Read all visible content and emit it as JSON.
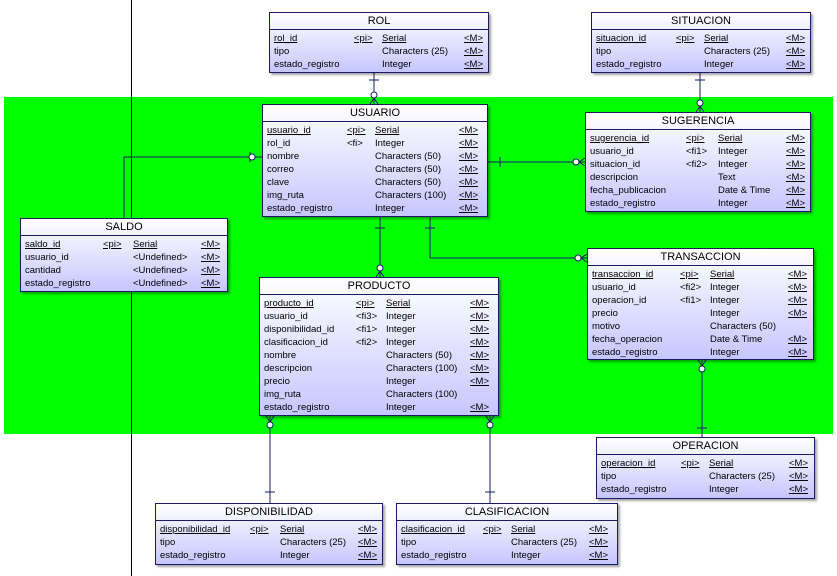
{
  "diagram": {
    "background_highlight_color": "#00ff00",
    "entity_border_color": "#1a1a66",
    "entity_fill_color": "#c6c6ff",
    "entities": {
      "rol": {
        "title": "ROL",
        "columns": [
          {
            "name": "rol_id",
            "key": "<pi>",
            "type": "Serial",
            "mandatory": "<M>"
          },
          {
            "name": "tipo",
            "key": "",
            "type": "Characters (25)",
            "mandatory": "<M>"
          },
          {
            "name": "estado_registro",
            "key": "",
            "type": "Integer",
            "mandatory": "<M>"
          }
        ]
      },
      "situacion": {
        "title": "SITUACION",
        "columns": [
          {
            "name": "situacion_id",
            "key": "<pi>",
            "type": "Serial",
            "mandatory": "<M>"
          },
          {
            "name": "tipo",
            "key": "",
            "type": "Characters (25)",
            "mandatory": "<M>"
          },
          {
            "name": "estado_registro",
            "key": "",
            "type": "Integer",
            "mandatory": "<M>"
          }
        ]
      },
      "usuario": {
        "title": "USUARIO",
        "columns": [
          {
            "name": "usuario_id",
            "key": "<pi>",
            "type": "Serial",
            "mandatory": "<M>"
          },
          {
            "name": "rol_id",
            "key": "<fi>",
            "type": "Integer",
            "mandatory": "<M>"
          },
          {
            "name": "nombre",
            "key": "",
            "type": "Characters (50)",
            "mandatory": "<M>"
          },
          {
            "name": "correo",
            "key": "",
            "type": "Characters (50)",
            "mandatory": "<M>"
          },
          {
            "name": "clave",
            "key": "",
            "type": "Characters (50)",
            "mandatory": "<M>"
          },
          {
            "name": "img_ruta",
            "key": "",
            "type": "Characters (100)",
            "mandatory": "<M>"
          },
          {
            "name": "estado_registro",
            "key": "",
            "type": "Integer",
            "mandatory": "<M>"
          }
        ]
      },
      "sugerencia": {
        "title": "SUGERENCIA",
        "columns": [
          {
            "name": "sugerencia_id",
            "key": "<pi>",
            "type": "Serial",
            "mandatory": "<M>"
          },
          {
            "name": "usuario_id",
            "key": "<fi1>",
            "type": "Integer",
            "mandatory": "<M>"
          },
          {
            "name": "situacion_id",
            "key": "<fi2>",
            "type": "Integer",
            "mandatory": "<M>"
          },
          {
            "name": "descripcion",
            "key": "",
            "type": "Text",
            "mandatory": "<M>"
          },
          {
            "name": "fecha_publicacion",
            "key": "",
            "type": "Date & Time",
            "mandatory": "<M>"
          },
          {
            "name": "estado_registro",
            "key": "",
            "type": "Integer",
            "mandatory": "<M>"
          }
        ]
      },
      "saldo": {
        "title": "SALDO",
        "columns": [
          {
            "name": "saldo_id",
            "key": "<pi>",
            "type": "Serial",
            "mandatory": "<M>"
          },
          {
            "name": "usuario_id",
            "key": "",
            "type": "<Undefined>",
            "mandatory": "<M>"
          },
          {
            "name": "cantidad",
            "key": "",
            "type": "<Undefined>",
            "mandatory": "<M>"
          },
          {
            "name": "estado_registro",
            "key": "",
            "type": "<Undefined>",
            "mandatory": "<M>"
          }
        ]
      },
      "producto": {
        "title": "PRODUCTO",
        "columns": [
          {
            "name": "producto_id",
            "key": "<pi>",
            "type": "Serial",
            "mandatory": "<M>"
          },
          {
            "name": "usuario_id",
            "key": "<fi3>",
            "type": "Integer",
            "mandatory": "<M>"
          },
          {
            "name": "disponibilidad_id",
            "key": "<fi1>",
            "type": "Integer",
            "mandatory": "<M>"
          },
          {
            "name": "clasificacion_id",
            "key": "<fi2>",
            "type": "Integer",
            "mandatory": "<M>"
          },
          {
            "name": "nombre",
            "key": "",
            "type": "Characters (50)",
            "mandatory": "<M>"
          },
          {
            "name": "descripcion",
            "key": "",
            "type": "Characters (100)",
            "mandatory": "<M>"
          },
          {
            "name": "precio",
            "key": "",
            "type": "Integer",
            "mandatory": "<M>"
          },
          {
            "name": "img_ruta",
            "key": "",
            "type": "Characters (100)",
            "mandatory": ""
          },
          {
            "name": "estado_registro",
            "key": "",
            "type": "Integer",
            "mandatory": "<M>"
          }
        ]
      },
      "transaccion": {
        "title": "TRANSACCION",
        "columns": [
          {
            "name": "transaccion_id",
            "key": "<pi>",
            "type": "Serial",
            "mandatory": "<M>"
          },
          {
            "name": "usuario_id",
            "key": "<fi2>",
            "type": "Integer",
            "mandatory": "<M>"
          },
          {
            "name": "operacion_id",
            "key": "<fi1>",
            "type": "Integer",
            "mandatory": "<M>"
          },
          {
            "name": "precio",
            "key": "",
            "type": "Integer",
            "mandatory": "<M>"
          },
          {
            "name": "motivo",
            "key": "",
            "type": "Characters (50)",
            "mandatory": ""
          },
          {
            "name": "fecha_operacion",
            "key": "",
            "type": "Date & Time",
            "mandatory": "<M>"
          },
          {
            "name": "estado_registro",
            "key": "",
            "type": "Integer",
            "mandatory": "<M>"
          }
        ]
      },
      "operacion": {
        "title": "OPERACION",
        "columns": [
          {
            "name": "operacion_id",
            "key": "<pi>",
            "type": "Serial",
            "mandatory": "<M>"
          },
          {
            "name": "tipo",
            "key": "",
            "type": "Characters (25)",
            "mandatory": "<M>"
          },
          {
            "name": "estado_registro",
            "key": "",
            "type": "Integer",
            "mandatory": "<M>"
          }
        ]
      },
      "disponibilidad": {
        "title": "DISPONIBILIDAD",
        "columns": [
          {
            "name": "disponibilidad_id",
            "key": "<pi>",
            "type": "Serial",
            "mandatory": "<M>"
          },
          {
            "name": "tipo",
            "key": "",
            "type": "Characters (25)",
            "mandatory": "<M>"
          },
          {
            "name": "estado_registro",
            "key": "",
            "type": "Integer",
            "mandatory": "<M>"
          }
        ]
      },
      "clasificacion": {
        "title": "CLASIFICACION",
        "columns": [
          {
            "name": "clasificacion_id",
            "key": "<pi>",
            "type": "Serial",
            "mandatory": "<M>"
          },
          {
            "name": "tipo",
            "key": "",
            "type": "Characters (25)",
            "mandatory": "<M>"
          },
          {
            "name": "estado_registro",
            "key": "",
            "type": "Integer",
            "mandatory": "<M>"
          }
        ]
      }
    },
    "relationships": [
      {
        "parent": "rol",
        "child": "usuario"
      },
      {
        "parent": "situacion",
        "child": "sugerencia"
      },
      {
        "parent": "usuario",
        "child": "sugerencia"
      },
      {
        "parent": "usuario",
        "child": "saldo"
      },
      {
        "parent": "usuario",
        "child": "producto"
      },
      {
        "parent": "usuario",
        "child": "transaccion"
      },
      {
        "parent": "operacion",
        "child": "transaccion"
      },
      {
        "parent": "disponibilidad",
        "child": "producto"
      },
      {
        "parent": "clasificacion",
        "child": "producto"
      }
    ]
  }
}
